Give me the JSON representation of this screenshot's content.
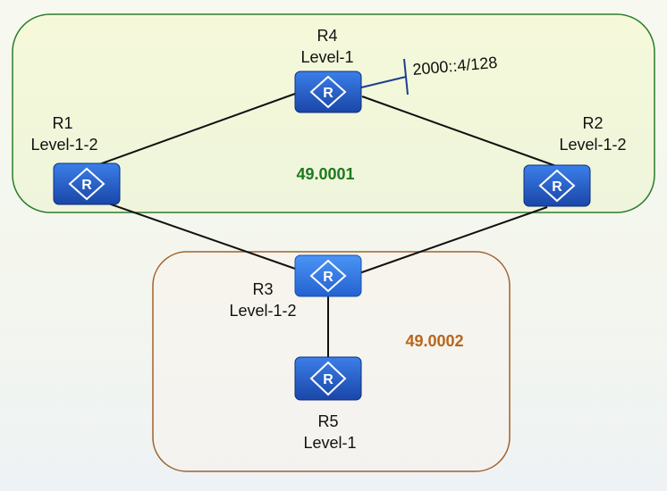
{
  "areas": [
    {
      "id": "area1",
      "label": "49.0001",
      "color": "#1c7a1c"
    },
    {
      "id": "area2",
      "label": "49.0002",
      "color": "#b8651b"
    }
  ],
  "routers": [
    {
      "id": "R4",
      "name": "R4",
      "level": "Level-1"
    },
    {
      "id": "R1",
      "name": "R1",
      "level": "Level-1-2"
    },
    {
      "id": "R2",
      "name": "R2",
      "level": "Level-1-2"
    },
    {
      "id": "R3",
      "name": "R3",
      "level": "Level-1-2"
    },
    {
      "id": "R5",
      "name": "R5",
      "level": "Level-1"
    }
  ],
  "links": [
    {
      "from": "R4",
      "to": "R1"
    },
    {
      "from": "R4",
      "to": "R2"
    },
    {
      "from": "R1",
      "to": "R3"
    },
    {
      "from": "R2",
      "to": "R3"
    },
    {
      "from": "R3",
      "to": "R5"
    }
  ],
  "loopback": {
    "router": "R4",
    "prefix": "2000::4/128"
  },
  "colors": {
    "router_fill": "#1f4fb5",
    "router_fill_light": "#2b6fe0",
    "link": "#111111",
    "loopback": "#1c3f8f"
  }
}
